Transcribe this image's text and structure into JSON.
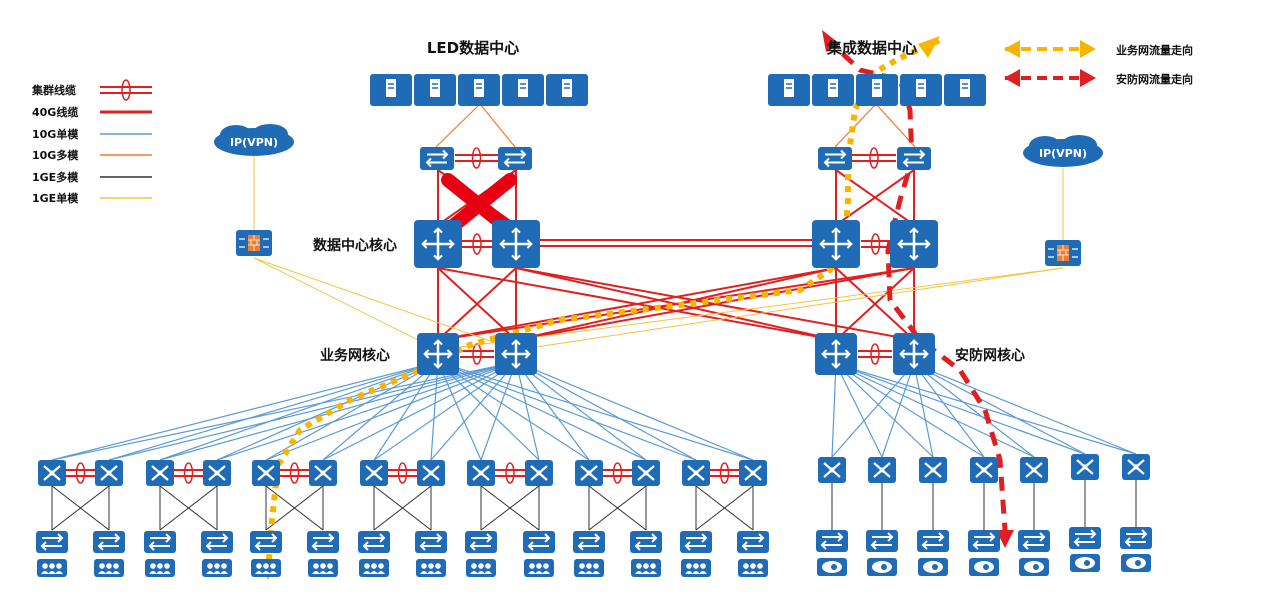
{
  "titles": {
    "led_dc": "LED数据中心",
    "integration_dc": "集成数据中心",
    "dc_core": "数据中心核心",
    "biz_core": "业务网核心",
    "sec_core": "安防网核心",
    "vpn_left": "IP(VPN)",
    "vpn_right": "IP(VPN)"
  },
  "legend": {
    "items": [
      {
        "label": "集群线缆",
        "kind": "cluster",
        "color": "#e02020"
      },
      {
        "label": "40G线缆",
        "kind": "line",
        "color": "#e02020"
      },
      {
        "label": "10G单模",
        "kind": "line",
        "color": "#5b9bd5"
      },
      {
        "label": "10G多模",
        "kind": "line",
        "color": "#ed7d31"
      },
      {
        "label": "1GE多模",
        "kind": "line",
        "color": "#333333"
      },
      {
        "label": "1GE单模",
        "kind": "line",
        "color": "#f5c342"
      }
    ],
    "flows": [
      {
        "label": "业务网流量走向",
        "color": "#f7b500"
      },
      {
        "label": "安防网流量走向",
        "color": "#e02020"
      }
    ]
  },
  "colors": {
    "device": "#1f6bb5",
    "red": "#e02020",
    "blue": "#5b9bd5",
    "orange": "#ed7d31",
    "yellow": "#f5c342",
    "black": "#333333",
    "biz_flow": "#f7b500",
    "sec_flow": "#e02020",
    "fault_x": "#e60012"
  }
}
